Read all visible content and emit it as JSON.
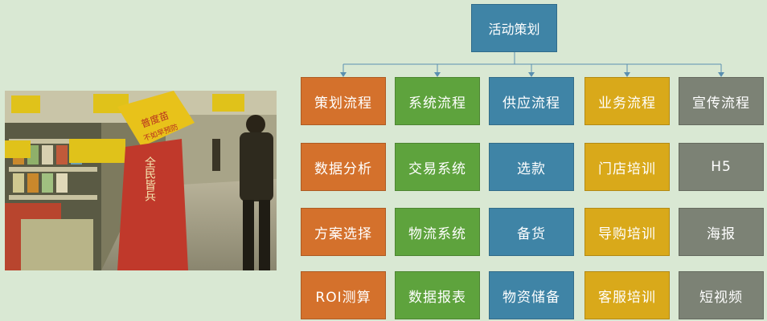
{
  "root": "活动策划",
  "columns": [
    {
      "header": "策划流程",
      "color": "#d4712c",
      "items": [
        "数据分析",
        "方案选择",
        "ROI测算"
      ]
    },
    {
      "header": "系统流程",
      "color": "#5ea33d",
      "items": [
        "交易系统",
        "物流系统",
        "数据报表"
      ]
    },
    {
      "header": "供应流程",
      "color": "#3f84a6",
      "items": [
        "选款",
        "备货",
        "物资储备"
      ]
    },
    {
      "header": "业务流程",
      "color": "#d9a91a",
      "items": [
        "门店培训",
        "导购培训",
        "客服培训"
      ]
    },
    {
      "header": "宣传流程",
      "color": "#7c8275",
      "items": [
        "H5",
        "海报",
        "短视频"
      ]
    }
  ],
  "photo": {
    "description": "supermarket-promotion-photo",
    "sign_text_1": "普度苗",
    "sign_text_2": "不如早预防",
    "sign_text_3": "全民皆兵"
  }
}
